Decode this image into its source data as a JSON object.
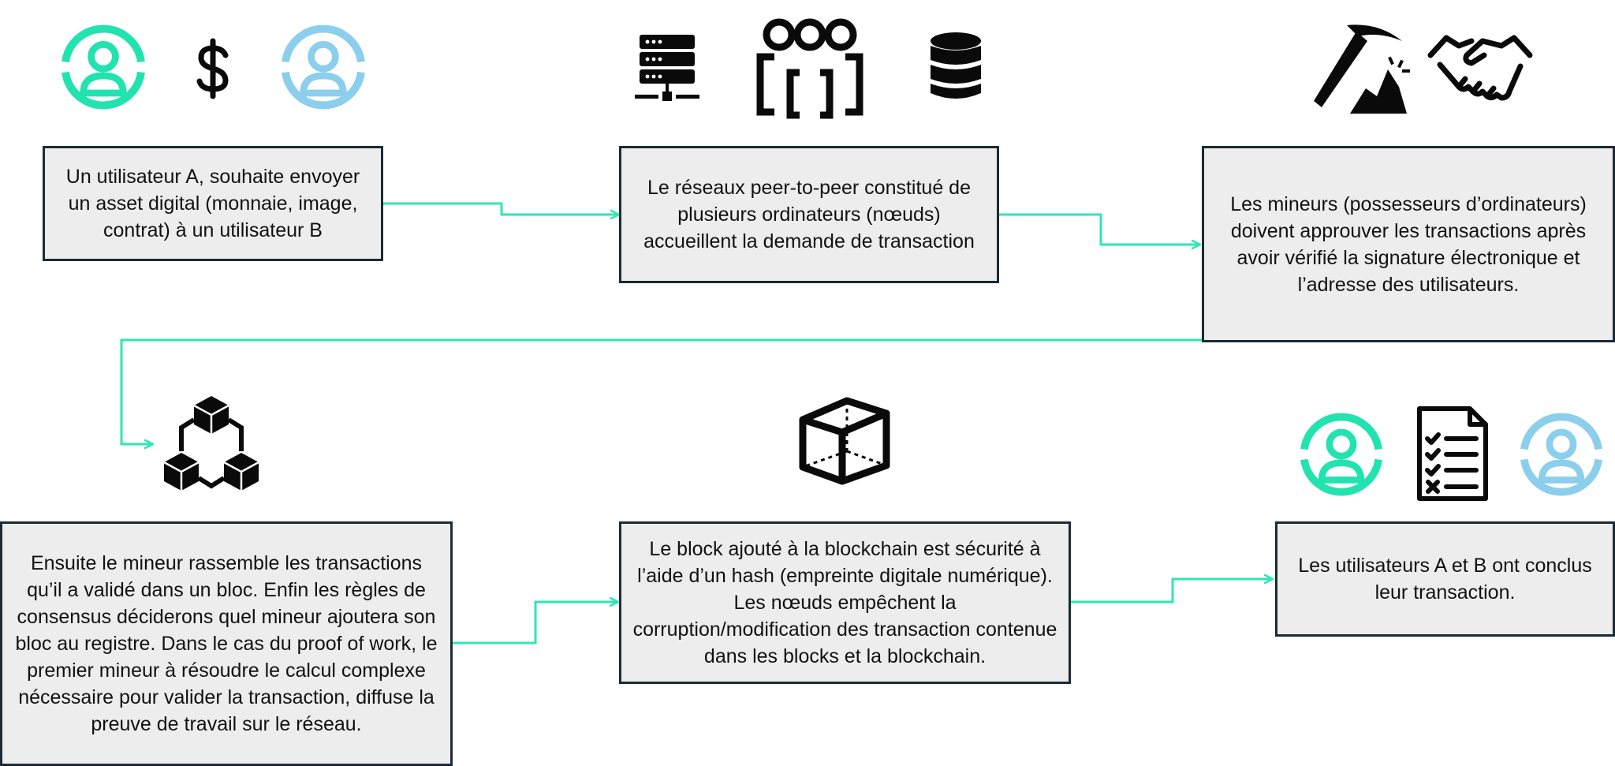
{
  "colors": {
    "connector": "#2ee6b6",
    "user_a": "#22e3b0",
    "user_b": "#8ccfec",
    "box_fill": "#ededed",
    "box_border": "#1b2a36",
    "icon_dark": "#0a0a0a"
  },
  "steps": [
    {
      "id": "step-1",
      "text": "Un utilisateur A,  souhaite envoyer un asset digital (monnaie, image, contrat) à un utilisateur B",
      "icons": [
        "user-a-icon",
        "dollar-icon",
        "user-b-icon"
      ]
    },
    {
      "id": "step-2",
      "text": "Le réseaux peer-to-peer constitué de plusieurs ordinateurs (nœuds) accueillent la demande de transaction",
      "icons": [
        "server-icon",
        "network-nodes-icon",
        "database-icon"
      ]
    },
    {
      "id": "step-3",
      "text": "Les mineurs (possesseurs d’ordinateurs) doivent approuver les transactions après avoir vérifié la signature électronique et l’adresse des utilisateurs.",
      "icons": [
        "pickaxe-icon",
        "handshake-icon"
      ]
    },
    {
      "id": "step-4",
      "text": "Ensuite le mineur rassemble les transactions qu’il a validé dans un bloc. Enfin les règles de consensus déciderons quel mineur ajoutera son bloc au registre. Dans le cas du proof of work, le premier mineur à résoudre le calcul complexe nécessaire pour valider la transaction, diffuse la preuve de travail sur le réseau.",
      "icons": [
        "blockchain-icon"
      ]
    },
    {
      "id": "step-5",
      "text": "Le block ajouté à la blockchain est sécurité à l’aide d’un hash (empreinte digitale numérique). Les nœuds empêchent la corruption/modification des transaction contenue dans les blocks et la blockchain.",
      "icons": [
        "cube-icon"
      ]
    },
    {
      "id": "step-6",
      "text": "Les utilisateurs A et B ont conclus leur transaction.",
      "icons": [
        "user-a-icon",
        "checklist-icon",
        "user-b-icon"
      ]
    }
  ]
}
